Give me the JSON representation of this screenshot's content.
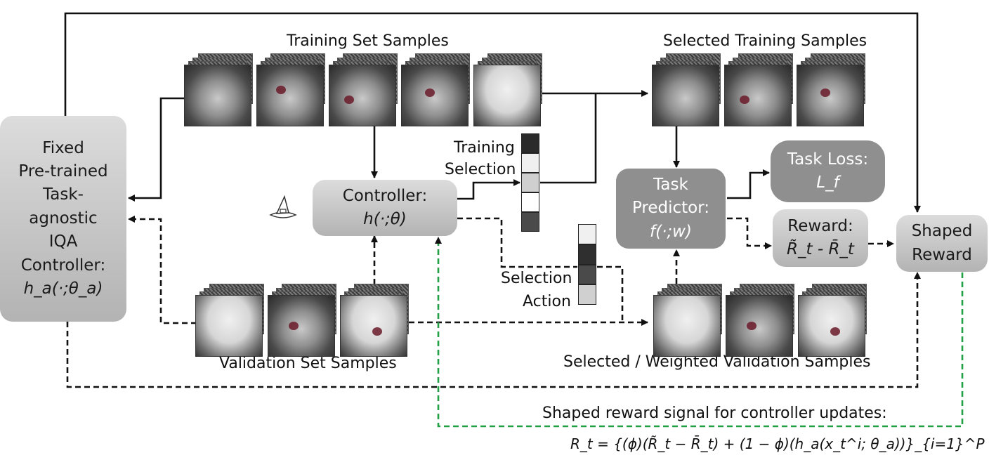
{
  "sections": {
    "training_samples": "Training Set Samples",
    "selected_training": "Selected Training Samples",
    "validation_samples": "Validation Set Samples",
    "weighted_validation": "Selected / Weighted Validation Samples"
  },
  "nodes": {
    "iqa_controller": {
      "lines": [
        "Fixed",
        "Pre-trained",
        "Task-",
        "agnostic",
        "IQA",
        "Controller:"
      ],
      "formula": "h_a(·;θ_a)"
    },
    "controller": {
      "title": "Controller:",
      "formula": "h(·;θ)"
    },
    "task_predictor": {
      "lines": [
        "Task",
        "Predictor:"
      ],
      "formula": "f(·;w)"
    },
    "task_loss": {
      "title": "Task Loss:",
      "formula": "L_f"
    },
    "reward": {
      "title": "Reward:",
      "formula": "R̃_t - R̄_t"
    },
    "shaped_reward": {
      "lines": [
        "Shaped",
        "Reward"
      ]
    }
  },
  "labels": {
    "training_selection": [
      "Training",
      "Selection"
    ],
    "selection_action": [
      "Selection",
      "Action"
    ]
  },
  "footer": {
    "caption": "Shaped reward signal for controller updates:",
    "equation": "R_t = {(ϕ)(R̃_t − R̄_t) + (1 − ϕ)(h_a(x_t^i; θ_a))}_{i=1}^P"
  },
  "selection_vectors": {
    "training": [
      "#2a2a2a",
      "#f0f0f0",
      "#cfcfcf",
      "#ffffff",
      "#4a4a4a"
    ],
    "action": [
      "#f0f0f0",
      "#2f2f2f",
      "#4a4a4a",
      "#d0d0d0"
    ]
  },
  "colors": {
    "arrow": "#111111",
    "reward_signal": "#22a046",
    "node_light": "#c4c4c4",
    "node_dark": "#8f8f8f"
  },
  "icons": [
    "wizard-hat-icon"
  ]
}
